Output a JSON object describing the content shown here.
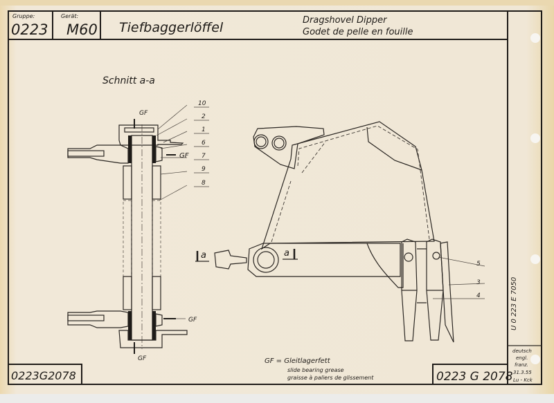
{
  "header": {
    "group_label": "Gruppe:",
    "group_value": "0223",
    "device_label": "Gerät:",
    "device_value": "M60",
    "title_de": "Tiefbaggerlöffel",
    "title_en": "Dragshovel Dipper",
    "title_fr": "Godet de pelle en fouille"
  },
  "section": {
    "title": "Schnitt a-a",
    "gf_top": "GF",
    "gf_mid": "GF",
    "gf_low": "GF",
    "gf_bottom": "GF",
    "part_numbers": [
      "10",
      "2",
      "1",
      "6",
      "7",
      "9",
      "8"
    ]
  },
  "view": {
    "section_mark_left": "a",
    "section_mark_right": "a",
    "part_numbers": [
      "5",
      "3",
      "4"
    ]
  },
  "legend": {
    "line1": "GF = Gleitlagerfett",
    "line2": "slide bearing grease",
    "line3": "graisse à paliers de glissement"
  },
  "footer": {
    "drawing_number_left": "0223G2078",
    "drawing_number_right": "0223 G 2078",
    "side_number": "U 0 223 E 7050",
    "languages": [
      "deutsch",
      "engl.",
      "franz."
    ],
    "date": "31.3.55",
    "signature": "Lu - Kck"
  }
}
